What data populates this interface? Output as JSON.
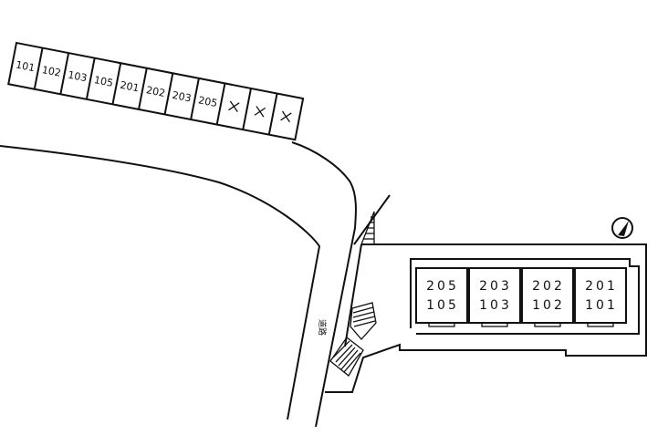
{
  "parking": {
    "stalls": [
      {
        "label": "101",
        "reserved": false
      },
      {
        "label": "102",
        "reserved": false
      },
      {
        "label": "103",
        "reserved": false
      },
      {
        "label": "105",
        "reserved": false
      },
      {
        "label": "201",
        "reserved": false
      },
      {
        "label": "202",
        "reserved": false
      },
      {
        "label": "203",
        "reserved": false
      },
      {
        "label": "205",
        "reserved": false
      },
      {
        "label": "",
        "reserved": true
      },
      {
        "label": "",
        "reserved": true
      },
      {
        "label": "",
        "reserved": true
      }
    ]
  },
  "building": {
    "units": [
      {
        "upper": "205",
        "lower": "105"
      },
      {
        "upper": "203",
        "lower": "103"
      },
      {
        "upper": "202",
        "lower": "102"
      },
      {
        "upper": "201",
        "lower": "101"
      }
    ]
  },
  "road": {
    "label": "道路"
  },
  "colors": {
    "line": "#111111",
    "background": "#ffffff"
  },
  "icons": {
    "north": "north-arrow-icon",
    "reserved": "cross-mark-icon",
    "stairs": "stairs-icon"
  }
}
